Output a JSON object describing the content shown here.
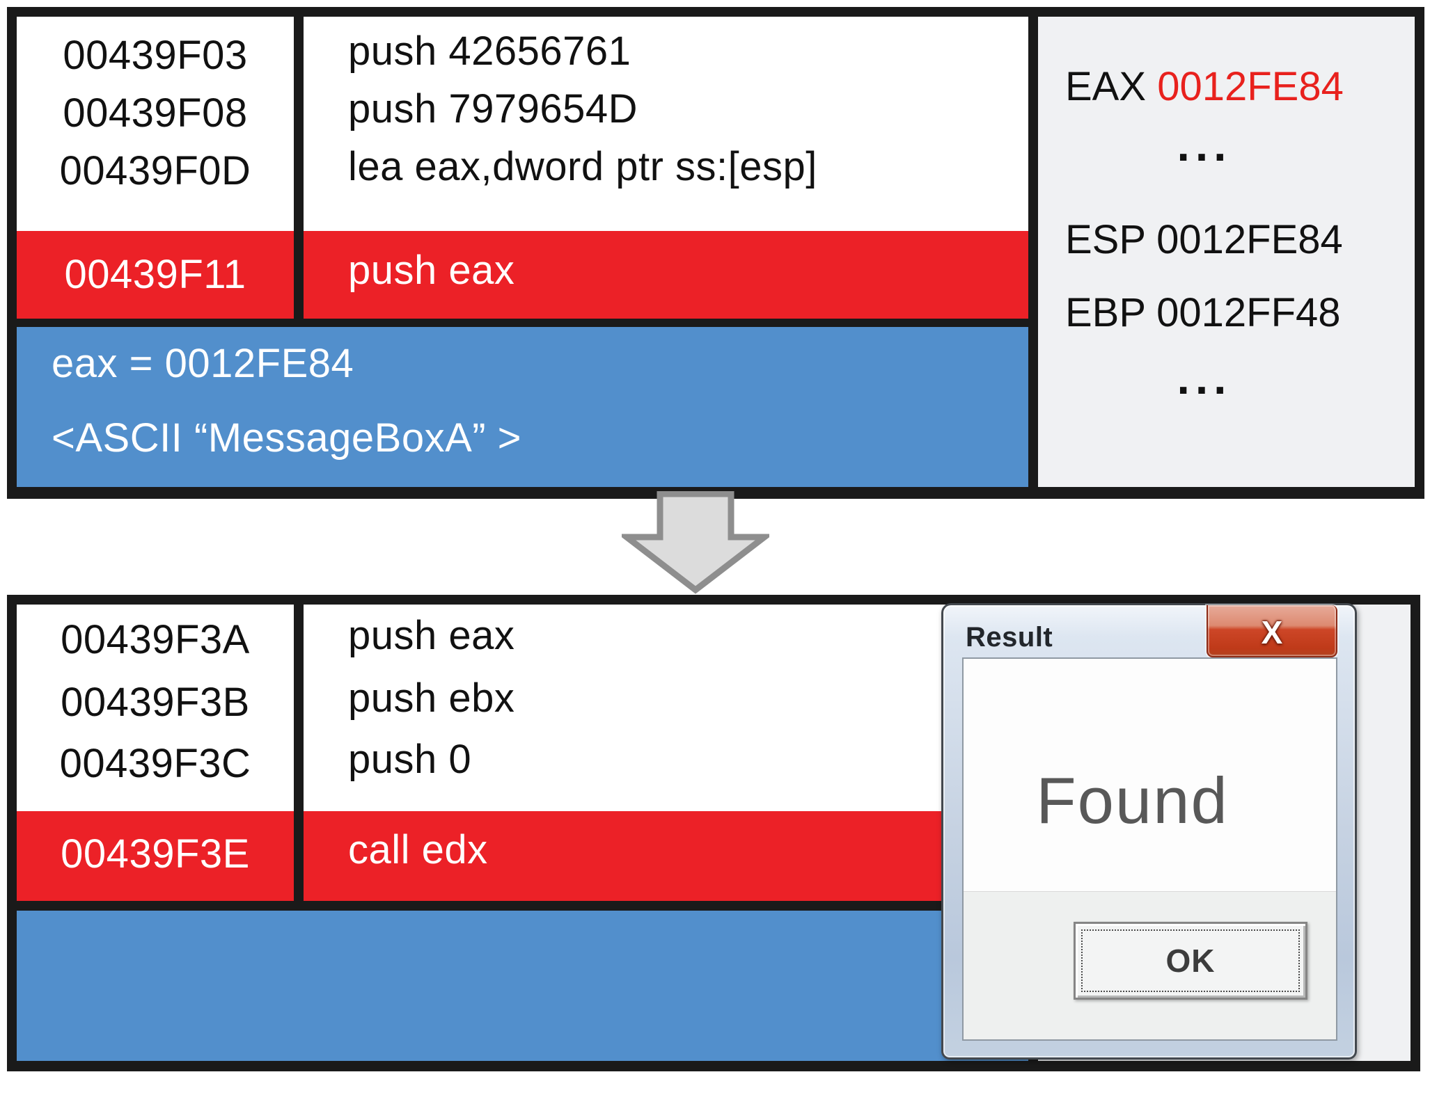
{
  "colors": {
    "highlight_red": "#ec2127",
    "info_blue": "#528fcc",
    "register_value_red": "#e8211d",
    "panel_gray": "#f0f1f3",
    "border_black": "#1a1a1a"
  },
  "top_panel": {
    "rows": [
      {
        "address": "00439F03",
        "instruction": "push 42656761"
      },
      {
        "address": "00439F08",
        "instruction": "push 7979654D"
      },
      {
        "address": "00439F0D",
        "instruction": "lea eax,dword ptr ss:[esp]"
      },
      {
        "address": "00439F11",
        "instruction": "push eax"
      }
    ],
    "info": {
      "line1": "eax = 0012FE84",
      "line2": "<ASCII “MessageBoxA” >"
    },
    "registers": {
      "eax_label": "EAX",
      "eax_value": "0012FE84",
      "dots": "...",
      "esp_label": "ESP",
      "esp_value": "0012FE84",
      "ebp_label": "EBP",
      "ebp_value": "0012FF48"
    }
  },
  "bottom_panel": {
    "rows": [
      {
        "address": "00439F3A",
        "instruction": "push eax"
      },
      {
        "address": "00439F3B",
        "instruction": "push ebx"
      },
      {
        "address": "00439F3C",
        "instruction": "push 0"
      },
      {
        "address": "00439F3E",
        "instruction": "call edx"
      }
    ]
  },
  "dialog": {
    "title": "Result",
    "close_glyph": "X",
    "message": "Found",
    "ok_label": "OK"
  }
}
